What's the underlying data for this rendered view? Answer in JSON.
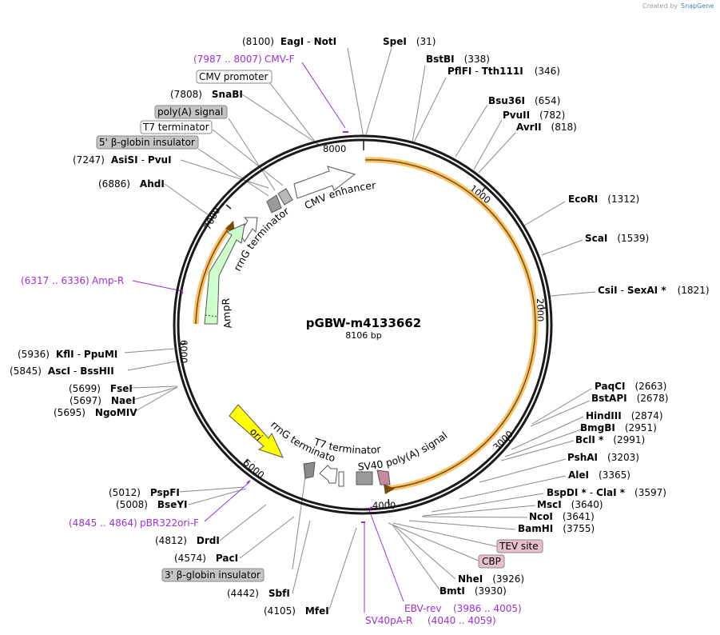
{
  "credit": {
    "created_by": "Created by",
    "brand": "SnapGene"
  },
  "plasmid": {
    "name": "pGBW-m4133662",
    "size": "8106 bp",
    "length": 8106
  },
  "ticks": [
    "1000",
    "2000",
    "3000",
    "4000",
    "5000",
    "6000",
    "7000",
    "8000"
  ],
  "enzymes": [
    {
      "name": "EagI",
      "name2": "NotI",
      "pos": "(8100)",
      "side": "left"
    },
    {
      "name": "SpeI",
      "pos": "(31)",
      "side": "right"
    },
    {
      "name": "BstBI",
      "pos": "(338)",
      "side": "right"
    },
    {
      "name": "PflFI",
      "name2": "Tth111I",
      "pos": "(346)",
      "side": "right"
    },
    {
      "name": "Bsu36I",
      "pos": "(654)",
      "side": "right"
    },
    {
      "name": "PvuII",
      "pos": "(782)",
      "side": "right"
    },
    {
      "name": "AvrII",
      "pos": "(818)",
      "side": "right"
    },
    {
      "name": "EcoRI",
      "pos": "(1312)",
      "side": "right"
    },
    {
      "name": "ScaI",
      "pos": "(1539)",
      "side": "right"
    },
    {
      "name": "CsiI",
      "name2": "SexAI *",
      "pos": "(1821)",
      "side": "right"
    },
    {
      "name": "PaqCI",
      "pos": "(2663)",
      "side": "right"
    },
    {
      "name": "BstAPI",
      "pos": "(2678)",
      "side": "right"
    },
    {
      "name": "HindIII",
      "pos": "(2874)",
      "side": "right"
    },
    {
      "name": "BmgBI",
      "pos": "(2951)",
      "side": "right"
    },
    {
      "name": "BclI *",
      "pos": "(2991)",
      "side": "right"
    },
    {
      "name": "PshAI",
      "pos": "(3203)",
      "side": "right"
    },
    {
      "name": "AleI",
      "pos": "(3365)",
      "side": "right"
    },
    {
      "name": "BspDI *",
      "name2": "ClaI *",
      "pos": "(3597)",
      "side": "right"
    },
    {
      "name": "MscI",
      "pos": "(3640)",
      "side": "right"
    },
    {
      "name": "NcoI",
      "pos": "(3641)",
      "side": "right"
    },
    {
      "name": "BamHI",
      "pos": "(3755)",
      "side": "right"
    },
    {
      "name": "NheI",
      "pos": "(3926)",
      "side": "right"
    },
    {
      "name": "BmtI",
      "pos": "(3930)",
      "side": "right"
    },
    {
      "name": "MfeI",
      "pos": "(4105)",
      "side": "left"
    },
    {
      "name": "SbfI",
      "pos": "(4442)",
      "side": "left"
    },
    {
      "name": "PacI",
      "pos": "(4574)",
      "side": "left"
    },
    {
      "name": "DrdI",
      "pos": "(4812)",
      "side": "left"
    },
    {
      "name": "BseYI",
      "pos": "(5008)",
      "side": "left"
    },
    {
      "name": "PspFI",
      "pos": "(5012)",
      "side": "left"
    },
    {
      "name": "NgoMIV",
      "pos": "(5695)",
      "side": "left"
    },
    {
      "name": "NaeI",
      "pos": "(5697)",
      "side": "left"
    },
    {
      "name": "FseI",
      "pos": "(5699)",
      "side": "left"
    },
    {
      "name": "AscI",
      "name2": "BssHII",
      "pos": "(5845)",
      "side": "left"
    },
    {
      "name": "KflI",
      "name2": "PpuMI",
      "pos": "(5936)",
      "side": "left"
    },
    {
      "name": "AhdI",
      "pos": "(6886)",
      "side": "left"
    },
    {
      "name": "AsiSI",
      "name2": "PvuI",
      "pos": "(7247)",
      "side": "left"
    },
    {
      "name": "SnaBI",
      "pos": "(7808)",
      "side": "left"
    }
  ],
  "primers": [
    {
      "name": "CMV-F",
      "range": "(7987 .. 8007)"
    },
    {
      "name": "Amp-R",
      "range": "(6317 .. 6336)"
    },
    {
      "name": "pBR322ori-F",
      "range": "(4845 .. 4864)"
    },
    {
      "name": "EBV-rev",
      "range": "(3986 .. 4005)"
    },
    {
      "name": "SV40pA-R",
      "range": "(4040 .. 4059)"
    }
  ],
  "boxed_features": [
    {
      "label": "CMV promoter",
      "style": "white"
    },
    {
      "label": "poly(A) signal",
      "style": "gray"
    },
    {
      "label": "T7 terminator",
      "style": "white"
    },
    {
      "label": "5' β-globin insulator",
      "style": "gray"
    },
    {
      "label": "TEV site",
      "style": "pink"
    },
    {
      "label": "CBP",
      "style": "pink"
    },
    {
      "label": "3' β-globin insulator",
      "style": "gray"
    }
  ],
  "inner_features": {
    "cmv_enhancer": "CMV enhancer",
    "rrng_top": "rrnG terminator",
    "ampr": "AmpR",
    "ori": "ori",
    "rrng_bottom": "rrnG terminator",
    "t7": "T7 terminator",
    "sv40": "SV40 poly(A) signal"
  },
  "colors": {
    "backbone": "#1a1a1a",
    "enzyme_line": "#888888",
    "primer": "#9b30d9",
    "highlight": "#f6c36a",
    "ampr_fill": "#ccffcc",
    "ori_fill": "#ffff00",
    "gray_box": "#c4c4c4",
    "pink_box": "#e8c0cc"
  }
}
